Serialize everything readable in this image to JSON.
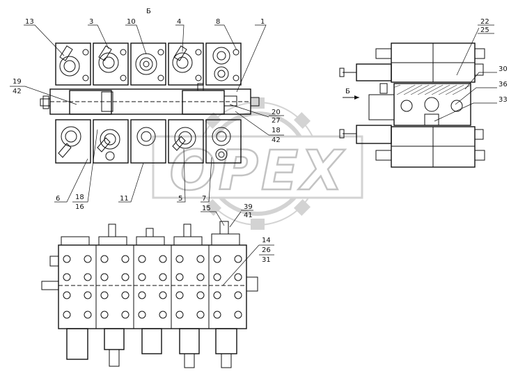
{
  "view_label": "Б",
  "section_arrow_label": "Б",
  "watermark": {
    "text": "OPEX",
    "color": "#cfcfcf"
  },
  "callouts_top": [
    "13",
    "3",
    "10",
    "4",
    "8",
    "1",
    "22",
    "25",
    "30",
    "36",
    "33"
  ],
  "callouts_left": [
    "19",
    "42"
  ],
  "callouts_mid": [
    "20",
    "27",
    "18",
    "42"
  ],
  "callouts_bottom": [
    "6",
    "18",
    "16",
    "11",
    "5",
    "7",
    "15",
    "39",
    "41",
    "14",
    "26",
    "31"
  ],
  "colors": {
    "line": "#111111",
    "hatch": "#333333",
    "bg": "#ffffff"
  }
}
